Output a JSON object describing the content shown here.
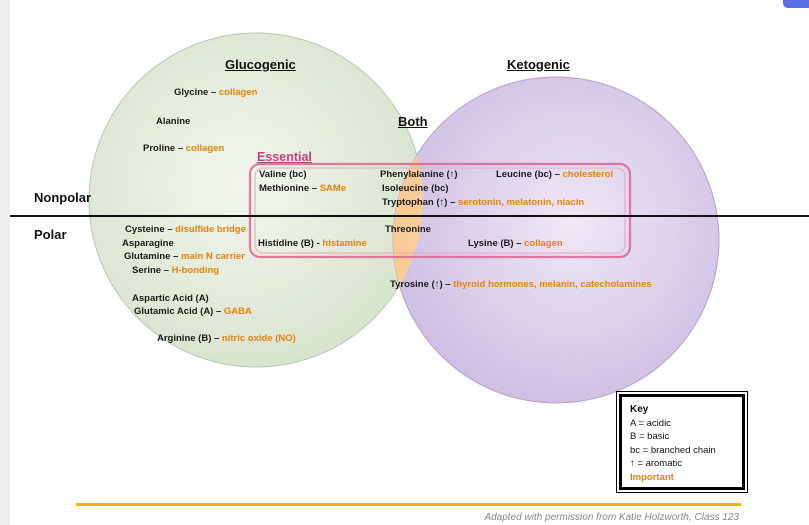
{
  "headers": {
    "glucogenic": "Glucogenic",
    "ketogenic": "Ketogenic",
    "both": "Both",
    "essential": "Essential",
    "nonpolar": "Nonpolar",
    "polar": "Polar"
  },
  "glucogenic": {
    "glycine": {
      "name": "Glycine – ",
      "note": "collagen"
    },
    "alanine": {
      "name": "Alanine"
    },
    "proline": {
      "name": "Proline – ",
      "note": "collagen"
    },
    "cysteine": {
      "name": "Cysteine – ",
      "note": "disulfide bridge"
    },
    "asparagine": {
      "name": "Asparagine"
    },
    "glutamine": {
      "name": "Glutamine – ",
      "note": "main N carrier"
    },
    "serine": {
      "name": "Serine – ",
      "note": "H-bonding"
    },
    "aspartic": {
      "name": "Aspartic Acid (A)"
    },
    "glutamic": {
      "name": "Glutamic Acid (A) – ",
      "note": "GABA"
    },
    "arginine": {
      "name": "Arginine (B) – ",
      "note": "nitric oxide (NO)"
    }
  },
  "essential": {
    "valine": {
      "name": "Valine (bc)"
    },
    "methionine": {
      "name": "Methionine – ",
      "note": "SAMe"
    },
    "histidine": {
      "name": "Histidine (B) - ",
      "note": "histamine"
    },
    "phenylalanine": {
      "name": "Phenylalanine (↑)"
    },
    "isoleucine": {
      "name": "Isoleucine (bc)"
    },
    "tryptophan": {
      "name": "Tryptophan (↑) – ",
      "note": "serotonin, melatonin, niacin"
    },
    "threonine": {
      "name": "Threonine"
    },
    "leucine": {
      "name": "Leucine (bc) – ",
      "note": "cholesterol"
    },
    "lysine": {
      "name": "Lysine (B) – ",
      "note": "collagen"
    }
  },
  "both": {
    "tyrosine": {
      "name": "Tyrosine (↑) – ",
      "note": "thyroid hormones, melanin, catecholamines"
    }
  },
  "key": {
    "title": "Key",
    "a": "A = acidic",
    "b": "B = basic",
    "bc": "bc = branched chain",
    "arrow": "↑ = aromatic",
    "important": "Important"
  },
  "footer": "Adapted with permission from Katie Holzworth, Class 123",
  "colors": {
    "glucogenic_fill": "#e4ebdc",
    "ketogenic_fill": "#dcd0ea",
    "overlap_fill": "#fcd7a8",
    "essential_border": "#d9658f",
    "important_text": "#e8820c",
    "footer_line": "#e5b800"
  }
}
